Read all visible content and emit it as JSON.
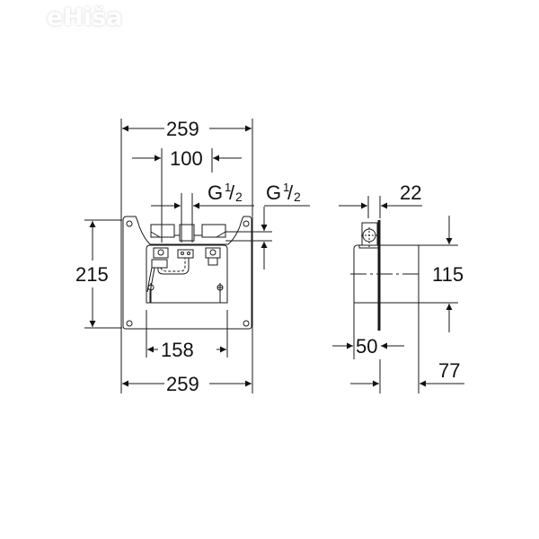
{
  "watermark": {
    "text": "eHiša",
    "icon": "house-roof-icon"
  },
  "front_view": {
    "top_width": "259",
    "connection_spacing": "100",
    "left_thread": {
      "letter": "G",
      "num": "1",
      "den": "2"
    },
    "height": "215",
    "inner_width": "158",
    "bottom_width": "259"
  },
  "side_view": {
    "right_thread": {
      "letter": "G",
      "num": "1",
      "den": "2"
    },
    "wall_offset": "22",
    "body_height": "115",
    "depth_min": "50",
    "depth_extra": "77"
  },
  "colors": {
    "line": "#1a1a1a",
    "background": "#ffffff"
  }
}
